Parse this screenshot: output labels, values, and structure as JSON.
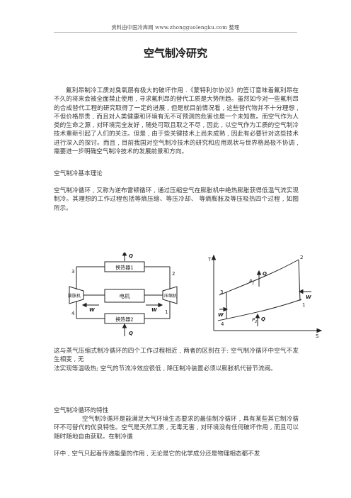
{
  "header": {
    "text": "资料由中国冷库网 www.zhongguolengku.com 整理"
  },
  "title": "空气制冷研究",
  "intro": "氟利昂制冷工质对臭氧层有极大的破坏作用 .《蒙特利尔协议》的签订意味着氟利昂在不久的将来会被全面禁止使用 , 寻求氟利昂的替代工质是大势所趋。虽然如今对一些氟利昂的合成替代工程的研究取得了一定的进展 , 但是就目前情况看 , 这些替代物并不十分理想 , 不但价格昂贵 , 而且对人类健康和环境有无不可预测的危害也是一个未知数。而空气作为人类的生命之源 , 对环境完全友好 , 随处可取且取之不尽 , 因此 , 以空气作为工质的空气制冷技术重新引起了人们的关注。但是 , 由于些关键技术上尚未成熟 , 因此有必要针对这些技术进行深入的探讨。而且 , 目前我国对空气制冷技术的研究和应用现状与世界格局极不协调 , 需要进一步明确空气制冷技术的发展前景和方向。",
  "section1": {
    "heading": "空气制冷基本理论",
    "body": "空气制冷循环 , 又称为逆布雷顿循环 , 通过压缩空气在膨胀机中绝热膨胀获得低温气流实现制冷。其理想的工作过程包括等熵压缩、等压冷却、 等熵膨胀及等压吸热四个过程 , 如图 所示。"
  },
  "figure": {
    "left": {
      "hx1": "换热器1",
      "hx2": "换热器2",
      "motor": "电机",
      "expander": "膨胀机",
      "compressor": "压缩机",
      "Q": "Q",
      "W": "W",
      "n1": "1",
      "n2": "2",
      "n3": "3",
      "n4": "4"
    },
    "right": {
      "T": "T",
      "S": "S",
      "P1": "P",
      "P2": "P",
      "sub1": "1",
      "sub2": "2",
      "Q": "Q",
      "W": "W",
      "n1": "1",
      "n2": "2",
      "n3": "3",
      "n4": "4"
    }
  },
  "caption": {
    "line1": "这与蒸气压缩式制冷循环的四个工作过程相近 , 两者的区别在于: 空气制冷循环中空气不发生相变 , 无",
    "line2": "法实现等温吸热; 空气的节流冷效应很低 , 降压制冷装置必须以膨胀机代替节流阀。"
  },
  "section2": {
    "heading": "空气制冷循环的特性",
    "body1": "空气制冷循环是能满足大气环境生态要求的最佳制冷循环 , 具有某些其它制冷循环不可替代的优良特性。空气是天然工质 , 无毒无害 , 对环境没有任何破坏作用 , 而且可以随时随地自由获取。在制冷循",
    "body2": "环中 , 空气只起着传递能量的作用 , 无论是它的化学成分还是物理相态都不发"
  }
}
